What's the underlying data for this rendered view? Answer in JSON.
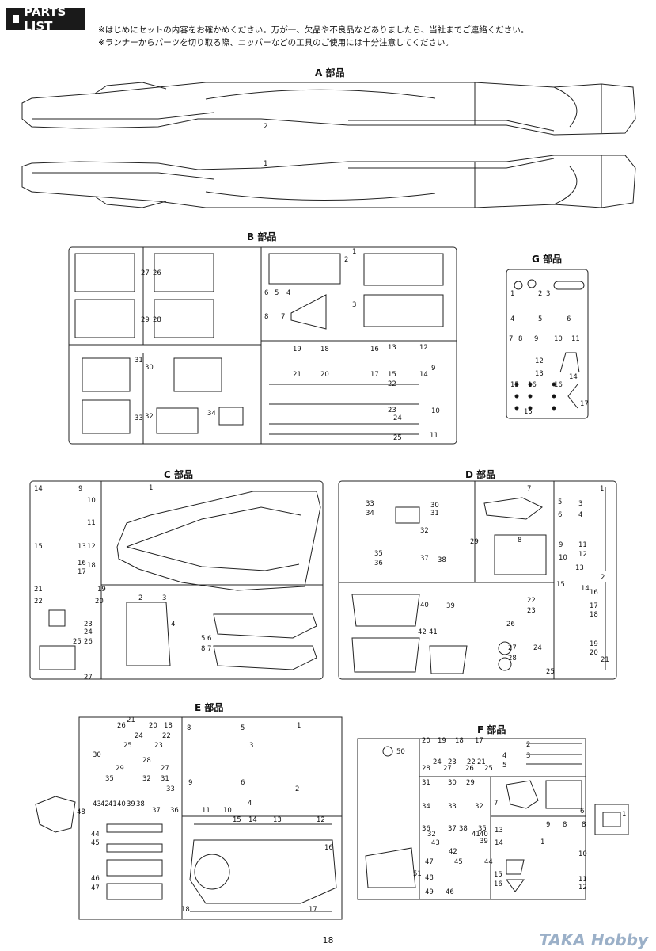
{
  "header": {
    "title": "PARTS LIST"
  },
  "notes": [
    "※はじめにセットの内容をお確かめください。万が一、欠品や不良品などありましたら、当社までご連絡ください。",
    "※ランナーからパーツを切り取る際、ニッパーなどの工具のご使用には十分注意してください。"
  ],
  "sections": {
    "a": "A 部品",
    "b": "B 部品",
    "c": "C 部品",
    "d": "D 部品",
    "e": "E 部品",
    "f": "F 部品",
    "g": "G 部品"
  },
  "page_number": "18",
  "watermark": "TAKA Hobby"
}
